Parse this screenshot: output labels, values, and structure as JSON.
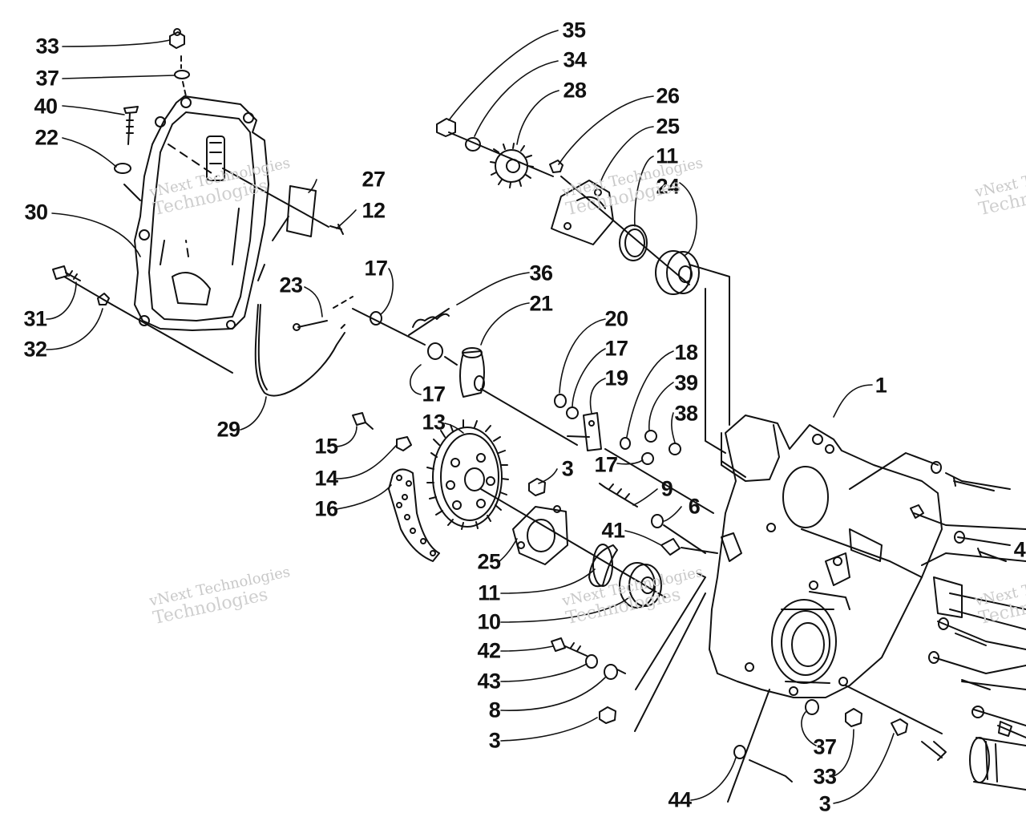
{
  "watermark": {
    "line1": "vNext",
    "line2": "vNext Technologies",
    "line3": "Technologies"
  },
  "callouts": [
    "33",
    "37",
    "40",
    "22",
    "30",
    "31",
    "32",
    "27",
    "12",
    "29",
    "23",
    "17",
    "36",
    "21",
    "17",
    "35",
    "34",
    "28",
    "26",
    "25",
    "11",
    "24",
    "20",
    "17",
    "19",
    "18",
    "39",
    "38",
    "17",
    "15",
    "14",
    "13",
    "16",
    "3",
    "9",
    "6",
    "25",
    "41",
    "11",
    "10",
    "42",
    "43",
    "8",
    "3",
    "1",
    "37",
    "33",
    "3",
    "44"
  ],
  "edge_callouts": [
    "4"
  ]
}
